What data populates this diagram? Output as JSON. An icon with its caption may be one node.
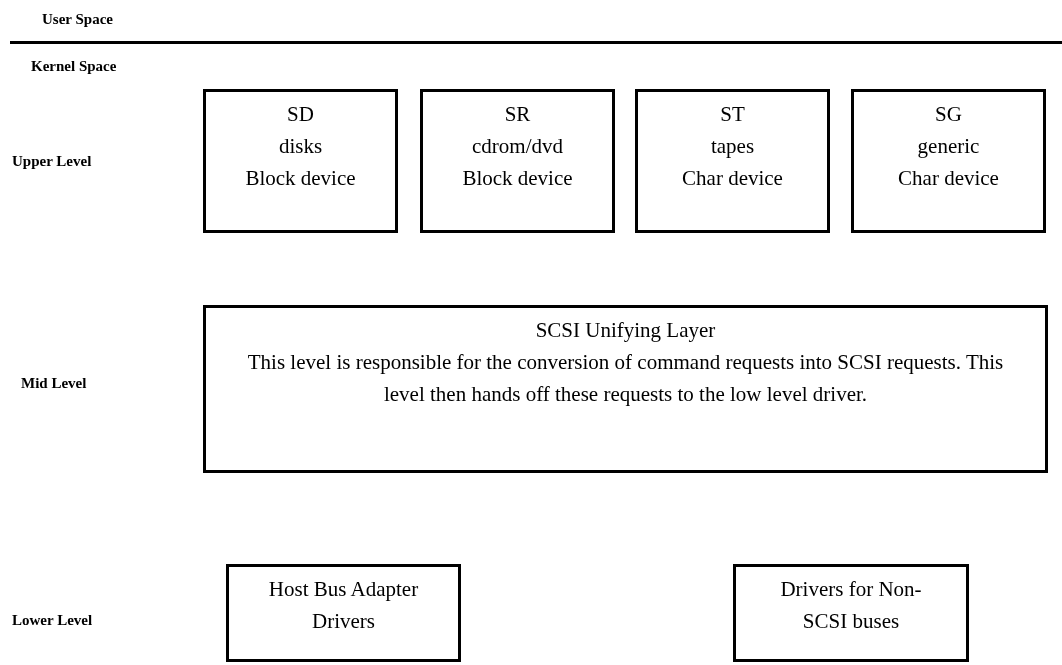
{
  "diagram": {
    "nodes": [
      {
        "text": [
          "SD",
          "disks",
          "Block device"
        ]
      },
      {
        "text": [
          "SR",
          "cdrom/dvd",
          "Block device"
        ]
      },
      {
        "text": [
          "ST",
          "tapes",
          "Char device"
        ]
      },
      {
        "text": [
          "SG",
          "generic",
          "Char device"
        ]
      },
      {
        "text": [
          "SCSI Unifying Layer",
          "This level is responsible for the conversion of command requests into SCSI requests. This level then hands off these requests to the low level driver."
        ]
      },
      {
        "text": [
          "Host Bus Adapter Drivers"
        ]
      },
      {
        "text": [
          "Drivers for Non-SCSI buses"
        ]
      }
    ],
    "labels": [
      "User Space",
      "Kernel Space",
      "Upper Level",
      "Mid Level",
      "Lower Level"
    ]
  }
}
